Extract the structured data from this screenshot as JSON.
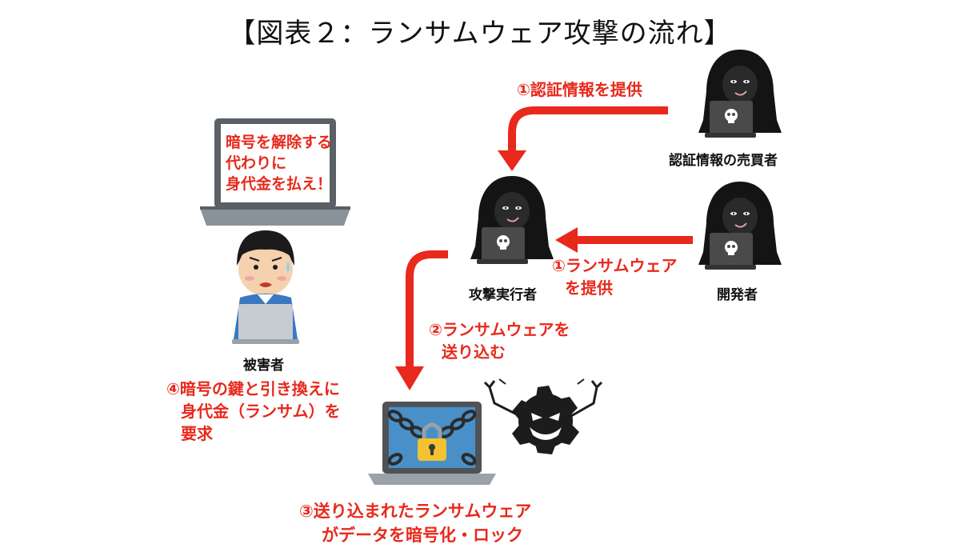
{
  "title": "【図表２：ランサムウェア攻撃の流れ】",
  "colors": {
    "accent": "#e8291c",
    "hood": "#141414",
    "screen_text": "#e8291c"
  },
  "actors": {
    "credential_seller": "認証情報の売買者",
    "attacker": "攻撃実行者",
    "developer": "開発者",
    "victim": "被害者"
  },
  "steps": {
    "step1a": "①認証情報を提供",
    "step1b": [
      "①ランサムウェア",
      "を提供"
    ],
    "step2": [
      "②ランサムウェアを",
      "送り込む"
    ],
    "step3": [
      "③送り込まれたランサムウェア",
      "がデータを暗号化・ロック"
    ],
    "step4": [
      "④暗号の鍵と引き換えに",
      "身代金（ランサム）を",
      "要求"
    ]
  },
  "ransom_screen": [
    "暗号を解除する",
    "代わりに",
    "身代金を払え！"
  ],
  "icons": [
    "hooded-hacker-icon",
    "laptop-skull-icon",
    "locked-laptop-icon",
    "virus-icon",
    "worried-man-icon"
  ]
}
